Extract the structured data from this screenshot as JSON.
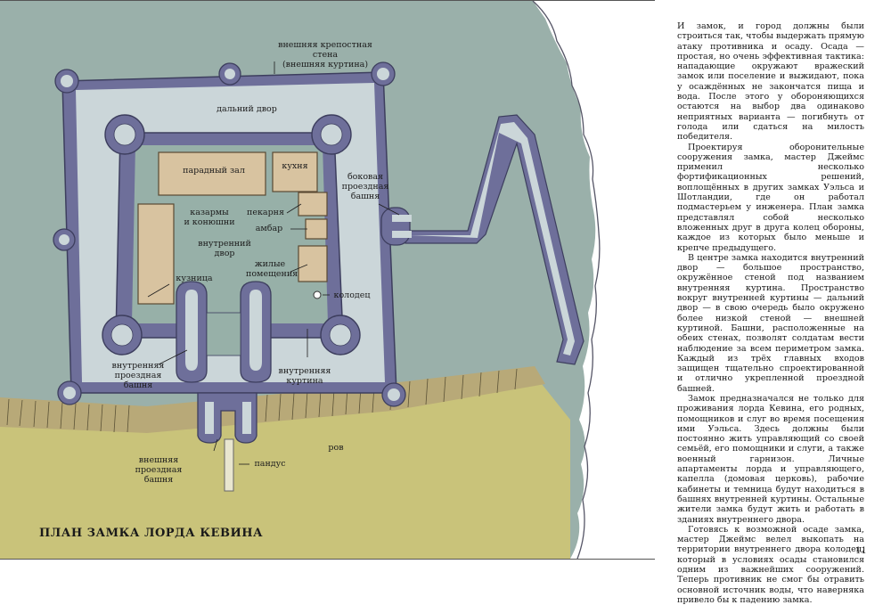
{
  "plan": {
    "title": "ПЛАН ЗАМКА ЛОРДА КЕВИНА",
    "labels": {
      "outer_wall": "внешняя крепостная стена\n(внешняя куртина)",
      "outer_ward": "дальний двор",
      "great_hall": "парадный зал",
      "kitchen": "кухня",
      "side_gate_tower": "боковая\nпроездная\nбашня",
      "barracks": "казармы\nи конюшни",
      "bakery": "пекарня",
      "granary": "амбар",
      "inner_ward": "внутренний\nдвор",
      "living_quarters": "жилые\nпомещения",
      "smithy": "кузница",
      "well": "колодец",
      "inner_gate_tower": "внутренняя\nпроездная\nбашня",
      "inner_wall": "внутренняя\nкуртина",
      "outer_gate_tower": "внешняя\nпроездная\nбашня",
      "ramp": "пандус",
      "moat": "ров"
    },
    "colors": {
      "water": "#9ab0aa",
      "outer_ward": "#cbd6d9",
      "inner_ward": "#97b0a8",
      "wall": "#6e6f9a",
      "buildings": "#d8c3a0",
      "ground": "#c9c37a",
      "cliff": "#ffffff"
    }
  },
  "text": {
    "paragraphs": [
      "И замок, и город должны были строиться так, чтобы выдержать прямую атаку противника и осаду. Осада — простая, но очень эффективная тактика: нападающие окружают вражеский замок или поселение и выжидают, пока у осаждённых не закончатся пища и вода. После этого у обороняющихся остаются на выбор два одинаково неприятных варианта — погибнуть от голода или сдаться на милость победителя.",
      "Проектируя оборонительные сооружения замка, мастер Джеймс применил несколько фортификационных решений, воплощённых в других замках Уэльса и Шотландии, где он работал подмастерьем у инженера. План замка представлял собой несколько вложенных друг в друга колец обороны, каждое из которых было меньше и крепче предыдущего.",
      "В центре замка находится внутренний двор — большое пространство, окружённое стеной под названием внутренняя куртина. Пространство вокруг внутренней куртины — дальний двор — в свою очередь было окружено более низкой стеной — внешней куртиной. Башни, расположенные на обеих стенах, позволят солдатам вести наблюдение за всем периметром замка. Каждый из трёх главных входов защищен тщательно спроектированной и отлично укрепленной проездной башней.",
      "Замок предназначался не только для проживания лорда Кевина, его родных, помощников и слуг во время посещения ими Уэльса. Здесь должны были постоянно жить управляющий со своей семьёй, его помощники и слуги, а также военный гарнизон. Личные апартаменты лорда и управляющего, капелла (домовая церковь), рабочие кабинеты и темница будут находиться в башнях внутренней куртины. Остальные жители замка будут жить и работать в зданиях внутреннего двора.",
      "Готовясь к возможной осаде замка, мастер Джеймс велел выкопать на территории внутреннего двора колодец, который в условиях осады становился одним из важнейших сооружений. Теперь противник не смог бы отравить основной источник воды, что наверняка привело бы к падению замка."
    ],
    "page_number": "11"
  }
}
